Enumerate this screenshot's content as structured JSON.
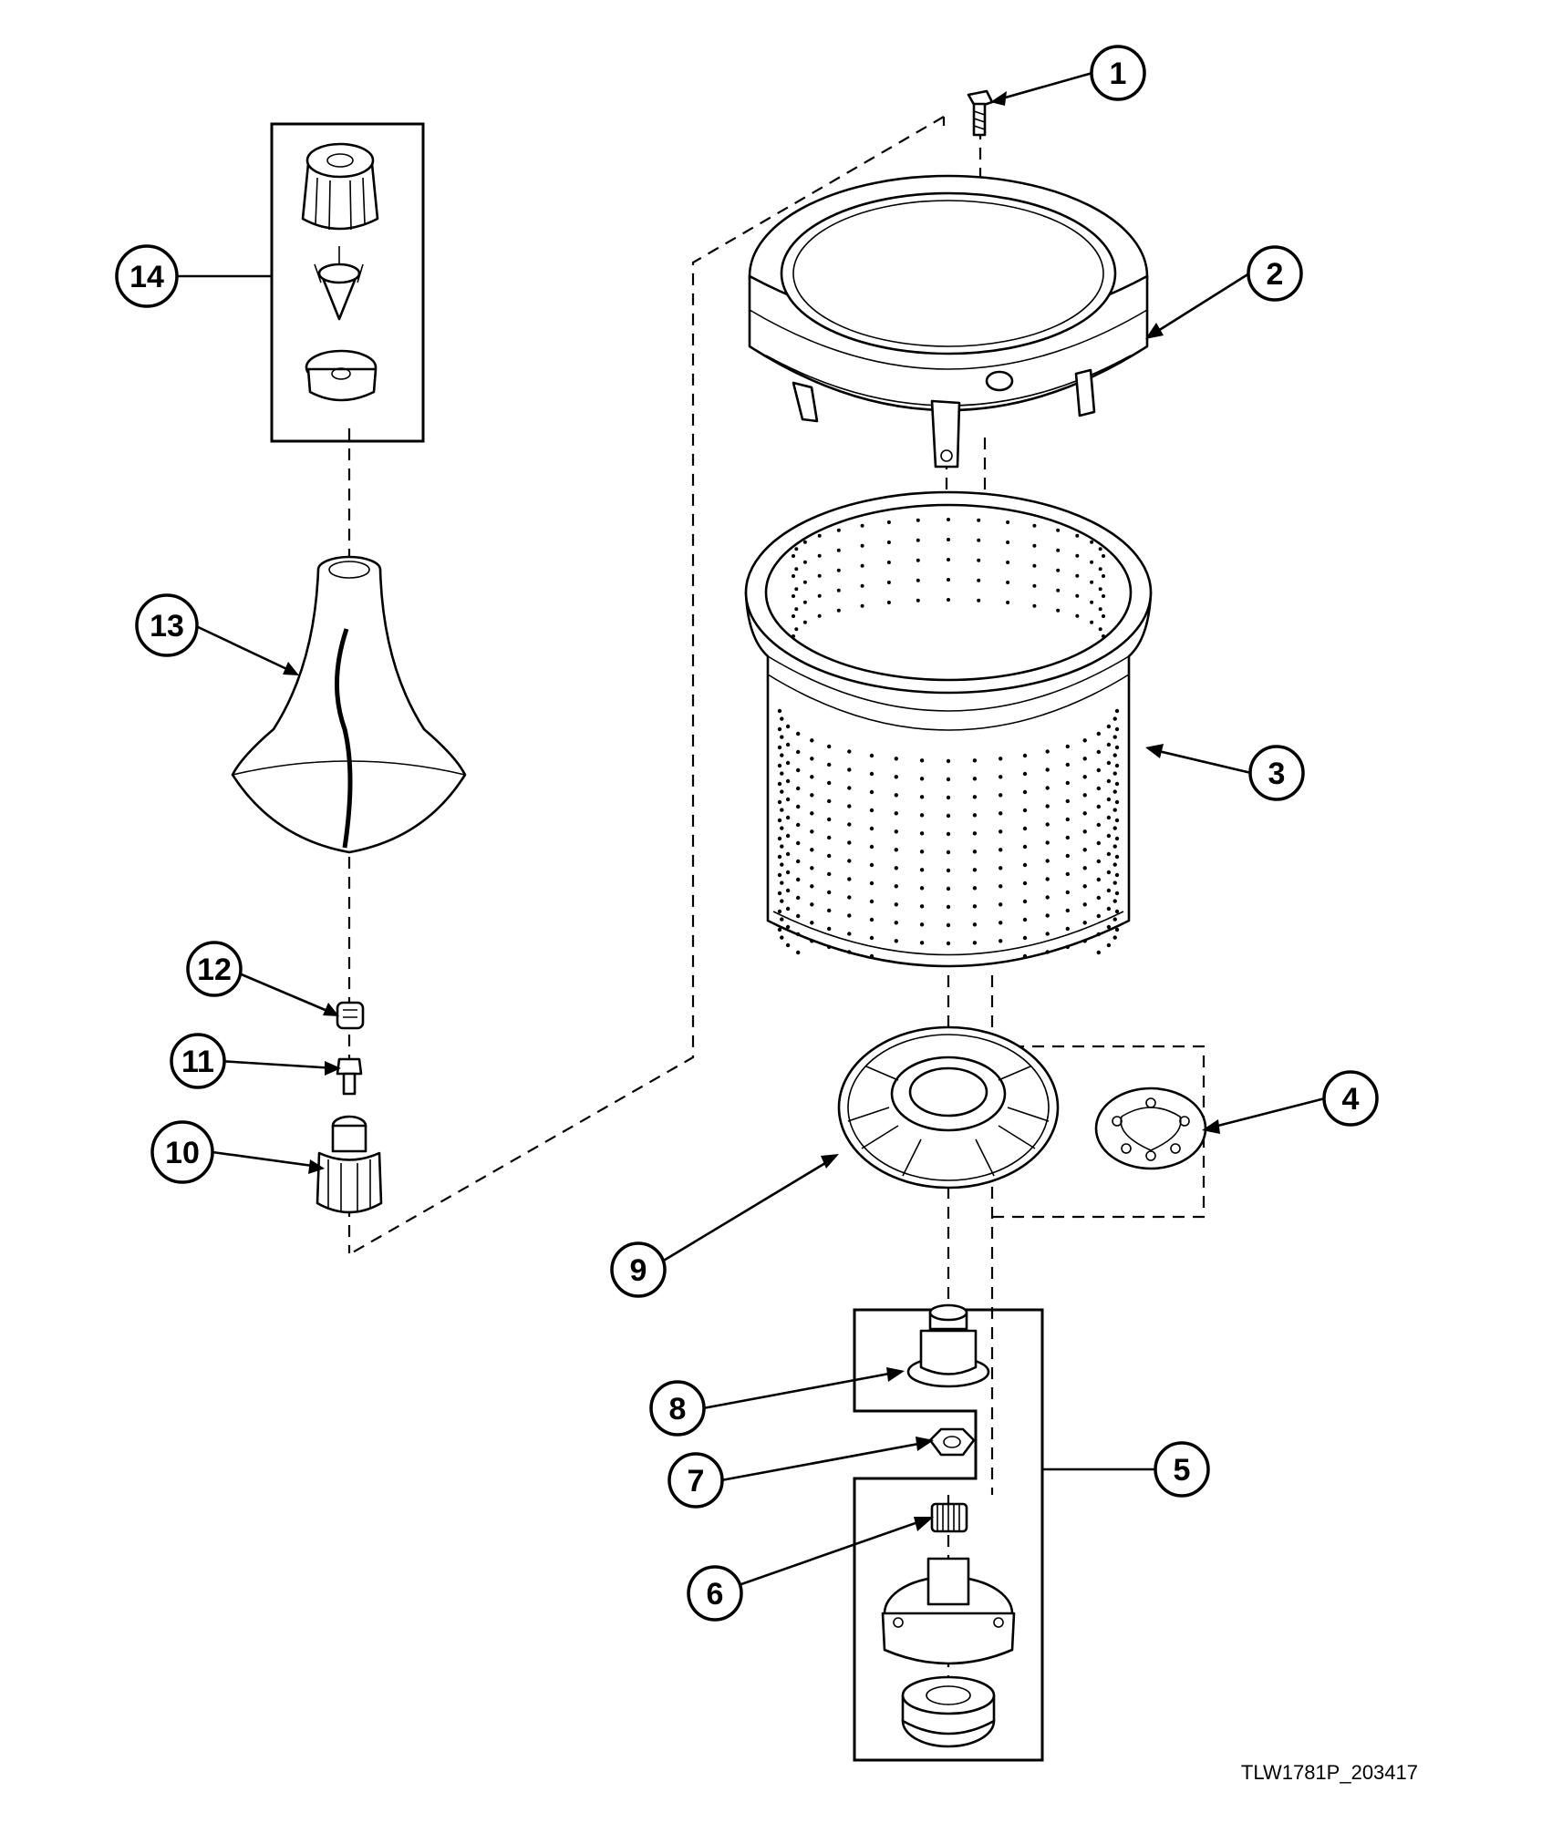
{
  "callouts": [
    {
      "id": "1",
      "label": "1"
    },
    {
      "id": "2",
      "label": "2"
    },
    {
      "id": "3",
      "label": "3"
    },
    {
      "id": "4",
      "label": "4"
    },
    {
      "id": "5",
      "label": "5"
    },
    {
      "id": "6",
      "label": "6"
    },
    {
      "id": "7",
      "label": "7"
    },
    {
      "id": "8",
      "label": "8"
    },
    {
      "id": "9",
      "label": "9"
    },
    {
      "id": "10",
      "label": "10"
    },
    {
      "id": "11",
      "label": "11"
    },
    {
      "id": "12",
      "label": "12"
    },
    {
      "id": "13",
      "label": "13"
    },
    {
      "id": "14",
      "label": "14"
    }
  ],
  "reference_code": "TLW1781P_203417",
  "colors": {
    "line": "#000000",
    "background": "#ffffff"
  }
}
